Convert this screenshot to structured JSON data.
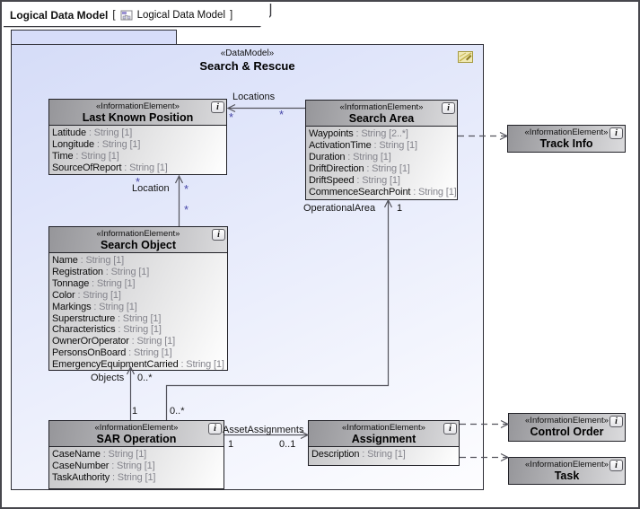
{
  "tab": {
    "bold_title": "Logical Data Model",
    "open_bracket": "[",
    "diagram_title": "Logical Data Model",
    "close_bracket": "]"
  },
  "package": {
    "stereotype": "«DataModel»",
    "name": "Search & Rescue"
  },
  "info_button_glyph": "i",
  "classes": {
    "last_known_position": {
      "stereotype": "«InformationElement»",
      "name": "Last Known Position",
      "attributes": [
        {
          "name": "Latitude",
          "type": "String [1]"
        },
        {
          "name": "Longitude",
          "type": "String [1]"
        },
        {
          "name": "Time",
          "type": "String [1]"
        },
        {
          "name": "SourceOfReport",
          "type": "String [1]"
        }
      ]
    },
    "search_area": {
      "stereotype": "«InformationElement»",
      "name": "Search Area",
      "attributes": [
        {
          "name": "Waypoints",
          "type": "String [2..*]"
        },
        {
          "name": "ActivationTime",
          "type": "String [1]"
        },
        {
          "name": "Duration",
          "type": "String [1]"
        },
        {
          "name": "DriftDirection",
          "type": "String [1]"
        },
        {
          "name": "DriftSpeed",
          "type": "String [1]"
        },
        {
          "name": "CommenceSearchPoint",
          "type": "String [1]"
        }
      ]
    },
    "search_object": {
      "stereotype": "«InformationElement»",
      "name": "Search Object",
      "attributes": [
        {
          "name": "Name",
          "type": "String [1]"
        },
        {
          "name": "Registration",
          "type": "String [1]"
        },
        {
          "name": "Tonnage",
          "type": "String [1]"
        },
        {
          "name": "Color",
          "type": "String [1]"
        },
        {
          "name": "Markings",
          "type": "String [1]"
        },
        {
          "name": "Superstructure",
          "type": "String [1]"
        },
        {
          "name": "Characteristics",
          "type": "String [1]"
        },
        {
          "name": "OwnerOrOperator",
          "type": "String [1]"
        },
        {
          "name": "PersonsOnBoard",
          "type": "String [1]"
        },
        {
          "name": "EmergencyEquipmentCarried",
          "type": "String [1]"
        }
      ]
    },
    "sar_operation": {
      "stereotype": "«InformationElement»",
      "name": "SAR Operation",
      "attributes": [
        {
          "name": "CaseName",
          "type": "String [1]"
        },
        {
          "name": "CaseNumber",
          "type": "String [1]"
        },
        {
          "name": "TaskAuthority",
          "type": "String [1]"
        }
      ]
    },
    "assignment": {
      "stereotype": "«InformationElement»",
      "name": "Assignment",
      "attributes": [
        {
          "name": "Description",
          "type": "String [1]"
        }
      ]
    },
    "track_info": {
      "stereotype": "«InformationElement»",
      "name": "Track Info",
      "attributes": []
    },
    "control_order": {
      "stereotype": "«InformationElement»",
      "name": "Control Order",
      "attributes": []
    },
    "task": {
      "stereotype": "«InformationElement»",
      "name": "Task",
      "attributes": []
    }
  },
  "connectors": {
    "locations": {
      "name": "Locations",
      "mults": [
        "*",
        "*"
      ]
    },
    "location": {
      "name": "Location",
      "mults": [
        "*",
        "*",
        "*"
      ]
    },
    "objects": {
      "name": "Objects",
      "mults": [
        "0..*",
        "1"
      ]
    },
    "operational_area": {
      "name": "OperationalArea",
      "mults": [
        "1",
        "0..*"
      ]
    },
    "asset_assignments": {
      "name": "AssetAssignments",
      "mults": [
        "1",
        "0..1"
      ]
    }
  }
}
